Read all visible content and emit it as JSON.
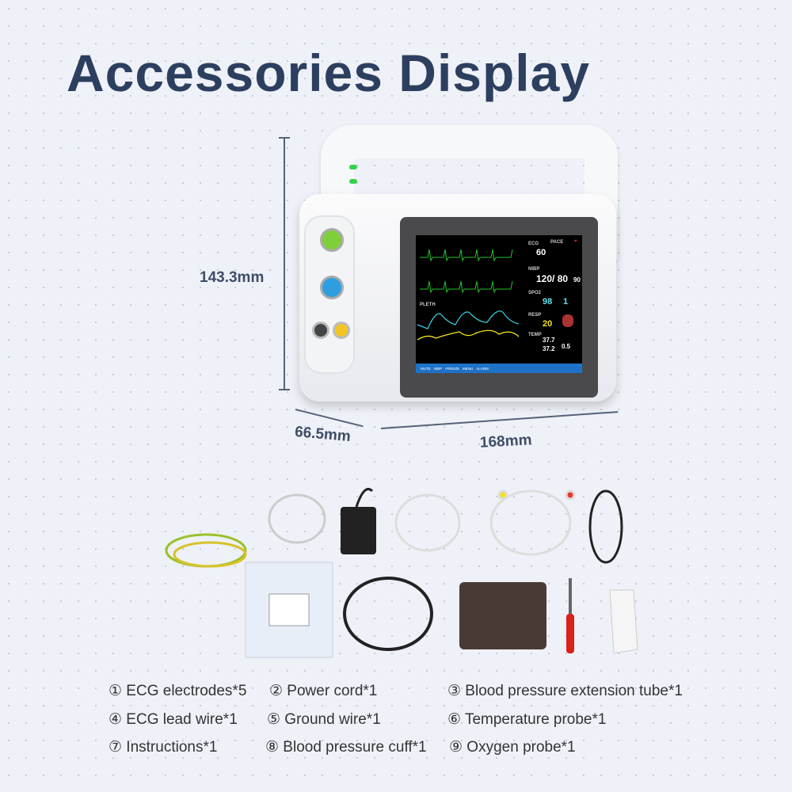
{
  "title": "Accessories Display",
  "dimensions": {
    "height": "143.3mm",
    "depth": "66.5mm",
    "width": "168mm"
  },
  "screen": {
    "ecg_label": "ECG",
    "pace_label": "PACE",
    "hr": "60",
    "nibp_label": "NIBP",
    "nibp_value": "120/ 80",
    "nibp_map": "90",
    "spo2_label": "SPO2",
    "spo2": "98",
    "pi": "1",
    "pleth_label": "PLETH",
    "resp_label": "RESP",
    "resp": "20",
    "temp_label": "TEMP",
    "temp1": "37.7",
    "temp2": "37.2",
    "temp_diff": "0.5",
    "buttons": [
      "MUTE",
      "NIBP",
      "",
      "FREEZE",
      "MENU",
      "ALARM",
      ""
    ]
  },
  "accessories": [
    "① ECG electrodes*5",
    "② Power cord*1",
    "③ Blood pressure extension tube*1",
    "④ ECG lead wire*1",
    "⑤ Ground wire*1",
    "⑥ Temperature probe*1",
    "⑦ Instructions*1",
    "⑧ Blood pressure cuff*1",
    "⑨ Oxygen probe*1"
  ],
  "colors": {
    "title": "#2d3f5e",
    "ecg": "#22c22a",
    "pleth": "#34c6d8",
    "resp": "#f2e41a",
    "spo2": "#5fe0f0"
  }
}
